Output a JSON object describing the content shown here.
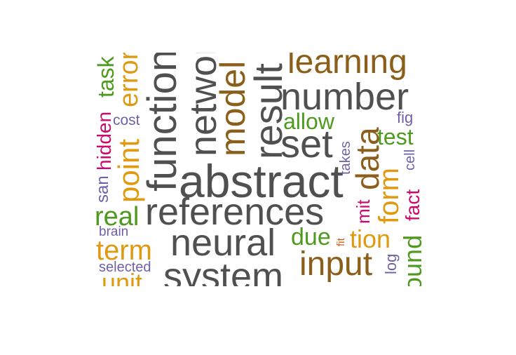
{
  "colors": {
    "gray": "#505050",
    "brown": "#8B5E1A",
    "green": "#4E9A1E",
    "magenta": "#CC0A6B",
    "orange": "#E09A12",
    "purple": "#6F60A8",
    "rust": "#D45A12"
  },
  "words": {
    "learning": "learning",
    "number": "number",
    "result": "result",
    "model": "model",
    "network": "network",
    "function": "function",
    "error": "error",
    "task": "task",
    "hidden": "hidden",
    "cost": "cost",
    "point": "point",
    "allow": "allow",
    "fig": "fig",
    "set": "set",
    "test": "test",
    "takes": "takes",
    "data": "data",
    "cell": "cell",
    "abstract": "abstract",
    "sample": "san",
    "real": "real",
    "references": "references",
    "mit": "mit",
    "form": "form",
    "fact": "fact",
    "brain": "brain",
    "term": "term",
    "neural": "neural",
    "due": "due",
    "fit": "fit",
    "tion": "tion",
    "log": "log",
    "found": "ound",
    "selected": "selected",
    "input": "input",
    "unit": "unit",
    "system": "system"
  }
}
